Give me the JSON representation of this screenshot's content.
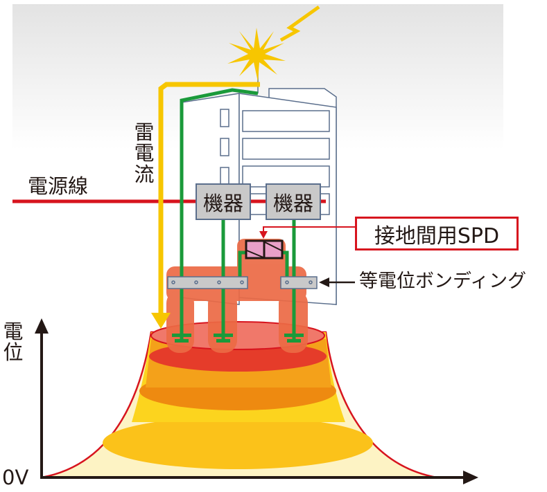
{
  "labels": {
    "lightning_current": "雷電流",
    "power_line": "電源線",
    "equipment_1": "機器",
    "equipment_2": "機器",
    "spd": "接地間用SPD",
    "bonding": "等電位ボンディング",
    "potential_axis": "電位",
    "zero_volt": "0V"
  },
  "colors": {
    "lightning_current": "#f5c400",
    "ground_wire": "#1a9a3a",
    "power_line": "#d7141e",
    "bonding_area": "#ec6a45"
  }
}
